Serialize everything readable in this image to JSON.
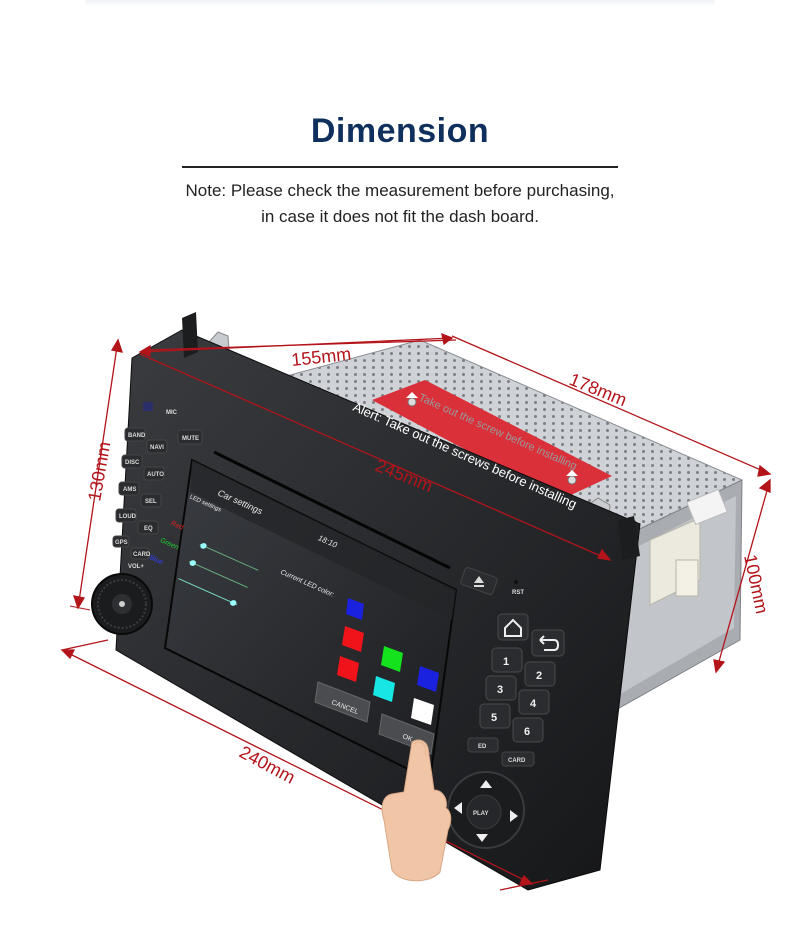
{
  "heading": {
    "title": "Dimension",
    "note_line1": "Note: Please check the measurement before purchasing,",
    "note_line2": "in case it does not fit the dash board."
  },
  "dimensions": {
    "top_width": "155mm",
    "depth": "178mm",
    "height_front": "130mm",
    "height_back": "100mm",
    "diagonal": "245mm",
    "bottom_width": "240mm"
  },
  "alert": {
    "text": "Alert: Take out the screws before installing",
    "faint_text": "Take out the screw before installing"
  },
  "screen": {
    "app_title": "Car settings",
    "sub_title": "LED settings",
    "time": "18:10",
    "current_color_label": "Current LED color:",
    "sliders": {
      "red": "Red",
      "green": "Green",
      "blue": "Blue"
    },
    "cancel_label": "CANCEL",
    "ok_label": "OK"
  },
  "unit_buttons": {
    "mic": "MIC",
    "mute": "MUTE",
    "band": "BAND",
    "navi": "NAVI",
    "disc": "DISC",
    "auto": "AUTO",
    "ams": "AMS",
    "sel": "SEL",
    "loud": "LOUD",
    "eq": "EQ",
    "gps": "GPS",
    "card": "CARD",
    "vol": "VOL+",
    "rst": "RST",
    "ed": "ED",
    "card2": "CARD",
    "play": "PLAY"
  },
  "keypad": [
    "1",
    "2",
    "3",
    "4",
    "5",
    "6"
  ],
  "colors": {
    "title": "#0f2f5c",
    "dimension_lines": "#b3141a",
    "alert_label": "#d9303a",
    "swatch_blue": "#1a22e0",
    "swatch_red": "#f0141a",
    "swatch_green": "#13e21d",
    "swatch_cyan": "#16e7e5",
    "swatch_white": "#ffffff"
  }
}
